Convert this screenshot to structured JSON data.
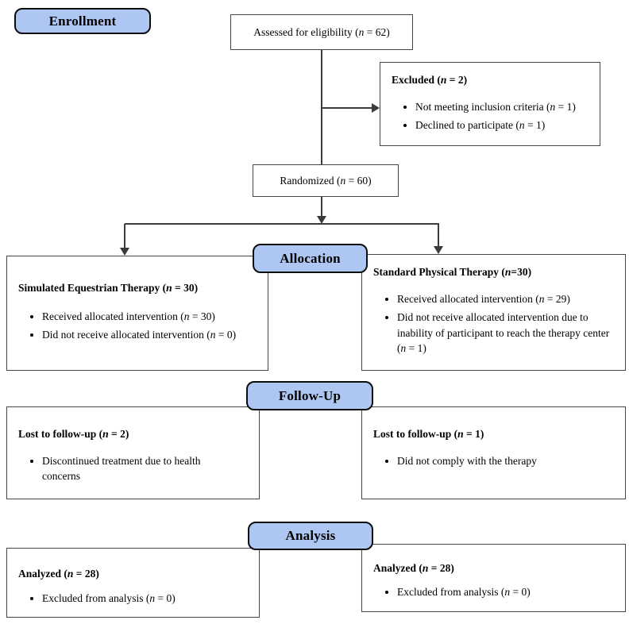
{
  "banners": {
    "enrollment": "Enrollment",
    "allocation": "Allocation",
    "followup": "Follow-Up",
    "analysis": "Analysis"
  },
  "boxes": {
    "assessed": {
      "text": "Assessed for eligibility (n = 62)"
    },
    "excluded": {
      "title": "Excluded (n = 2)",
      "bullets": [
        "Not meeting inclusion criteria (n = 1)",
        "Declined to participate (n = 1)"
      ]
    },
    "randomized": {
      "text": "Randomized (n = 60)"
    },
    "allocation_left": {
      "title": "Simulated Equestrian Therapy (n = 30)",
      "bullets": [
        "Received allocated intervention (n = 30)",
        "Did not receive allocated intervention (n = 0)"
      ]
    },
    "allocation_right": {
      "title": "Standard Physical Therapy (n=30)",
      "bullets": [
        "Received allocated intervention (n = 29)",
        "Did not receive allocated intervention due to inability of participant to reach the therapy center (n = 1)"
      ]
    },
    "followup_left": {
      "title": "Lost to follow-up (n = 2)",
      "bullets": [
        "Discontinued treatment due to health concerns"
      ]
    },
    "followup_right": {
      "title": "Lost to follow-up (n = 1)",
      "bullets": [
        "Did not comply with the therapy"
      ]
    },
    "analysis_left": {
      "title": "Analyzed (n = 28)",
      "bullets": [
        "Excluded from analysis (n = 0)"
      ]
    },
    "analysis_right": {
      "title": "Analyzed (n = 28)",
      "bullets": [
        "Excluded from analysis (n = 0)"
      ]
    }
  },
  "colors": {
    "banner_fill": "#aec6f2",
    "banner_border": "#0d0d0d",
    "box_border": "#454545",
    "line": "#3c3c3c",
    "text": "#000000",
    "bg": "#ffffff"
  }
}
